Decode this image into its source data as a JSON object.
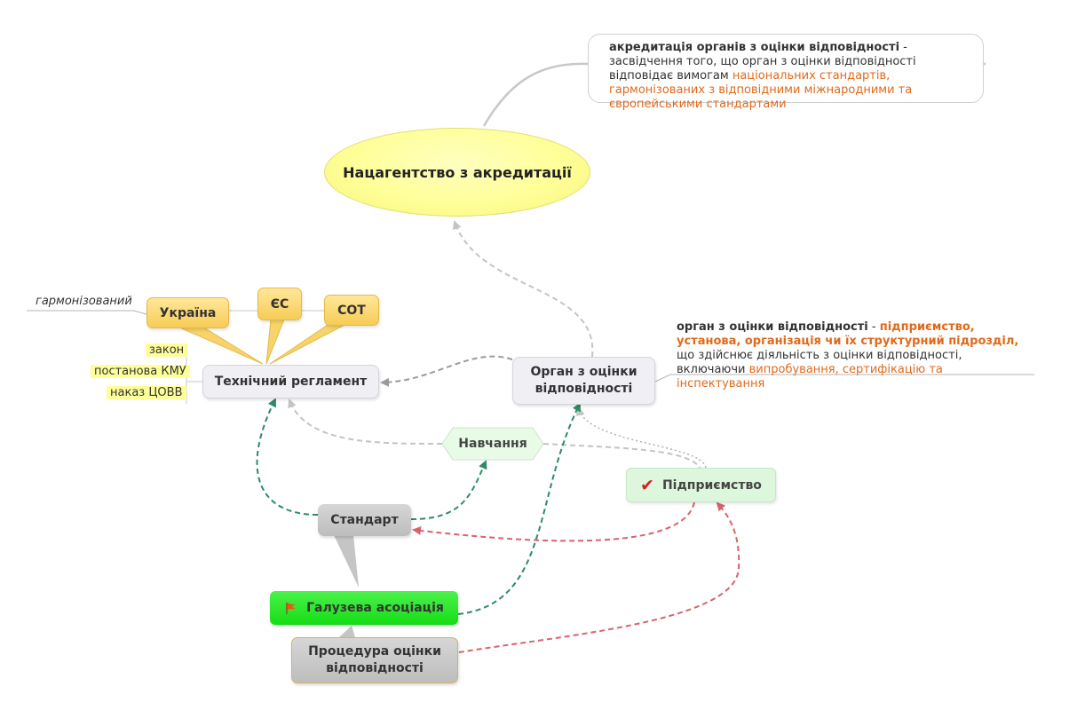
{
  "central_topic": "Нацагентство з акредитації",
  "accreditation_note": {
    "term": "акредитація органів з оцінки відповідності",
    "sep": " - ",
    "text": "засвідчення того, що орган з оцінки відповідності відповідає вимогам ",
    "highlight": "національних стандартів, гармонізованих з відповідними міжнародними та європейськими стандартами"
  },
  "cab_note": {
    "term": "орган з оцінки відповідності",
    "sep": " - ",
    "highlight1": "підприємство, установа, організація чи їх структурний підрозділ,",
    "text": " що здійснює діяльність з оцінки відповідності, включаючи ",
    "highlight2": "випробування, сертифікацію та інспектування"
  },
  "nodes": {
    "tech_reg": "Технічний регламент",
    "cab": "Орган з оцінки відповідності",
    "training": "Навчання",
    "enterprise": "Підприємство",
    "standard": "Стандарт",
    "association": "Галузева асоціація",
    "procedure": "Процедура оцінки відповідності"
  },
  "callouts": {
    "ukraine": "Україна",
    "eu": "ЄС",
    "cot": "СОТ"
  },
  "labels": {
    "harmonized": "гармонізований",
    "law": "закон",
    "cmu_resolution": "постанова КМУ",
    "ceb_order": "наказ ЦОВВ"
  },
  "icons": {
    "enterprise": "checkmark-icon",
    "association": "flag-icon"
  },
  "colors": {
    "central": "#ffff99",
    "orange_text": "#e06a1b",
    "green_arrow": "#2e8b64",
    "red_arrow": "#d9636b",
    "gray_arrow": "#9a9a9a",
    "association_fill": "#22ee22",
    "enterprise_fill": "#ddf7dd"
  }
}
